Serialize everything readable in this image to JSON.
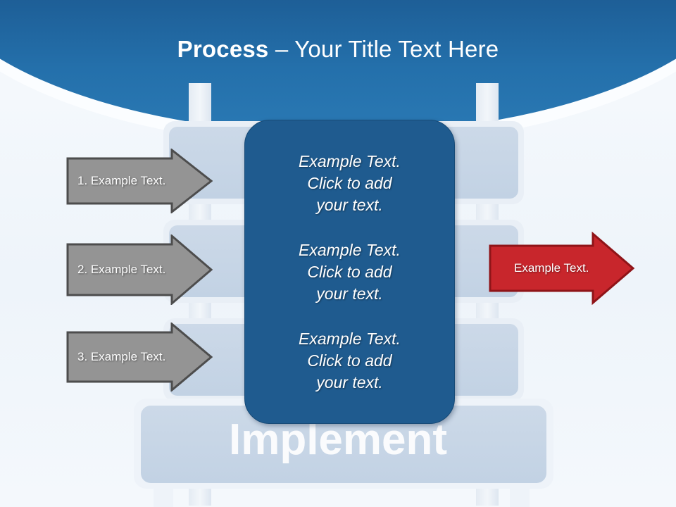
{
  "slide": {
    "title": {
      "strong": "Process",
      "light": " – Your Title Text Here"
    },
    "background_watermark_text": "Implement"
  },
  "colors": {
    "header_top": "#0f3c66",
    "header_bottom": "#2a79b4",
    "panel_blue": "#1f5b8f",
    "panel_border": "#174a76",
    "arrow_grey_fill": "#949494",
    "arrow_grey_border": "#4d4d4d",
    "arrow_red_fill": "#c8262c",
    "arrow_red_border": "#8f1418",
    "slide_background": "#f3f7fb",
    "swoosh_band": "#c3cee0"
  },
  "left_arrows": [
    {
      "label": "1. Example Text."
    },
    {
      "label": "2. Example Text."
    },
    {
      "label": "3. Example Text."
    }
  ],
  "center_panel": {
    "blocks": [
      {
        "text": "Example Text.\nClick  to add\nyour text."
      },
      {
        "text": "Example Text.\nClick  to add\nyour text."
      },
      {
        "text": "Example Text.\nClick  to add\nyour text."
      }
    ]
  },
  "right_arrow": {
    "label": "Example Text."
  }
}
